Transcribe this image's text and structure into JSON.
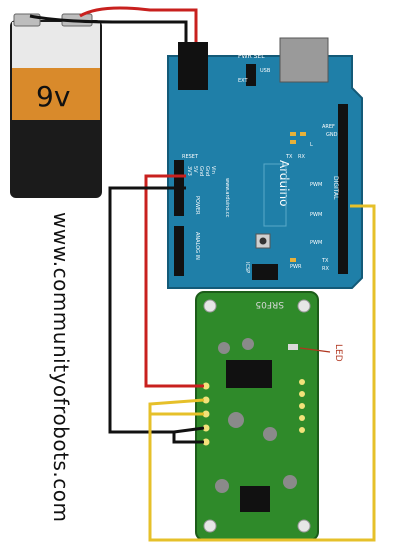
{
  "battery": {
    "label": "9v"
  },
  "arduino": {
    "brand": "Arduino",
    "website": "www.arduino.cc",
    "pwr_sel": "PWR SEL",
    "usb": "USB",
    "ext": "EXT",
    "aref": "AREF",
    "gnd": "GND",
    "tx": "TX",
    "rx": "RX",
    "l": "L",
    "pwm": "PWM",
    "digital": "DIGITAL",
    "reset": "RESET",
    "power_pins": [
      "3V3",
      "5V",
      "Gnd",
      "Gnd",
      "Vin"
    ],
    "power": "POWER",
    "analog_in": "ANALOG IN",
    "icsp": "ICSP",
    "pwr": "PWR"
  },
  "sensor": {
    "model": "SRF05"
  },
  "annotations": {
    "led": "LED"
  },
  "footer": {
    "website": "www.communityofrobots.com"
  },
  "colors": {
    "board_blue": "#1f7fa8",
    "pcb_green": "#2f8a2a",
    "wire_red": "#c8201e",
    "wire_black": "#111111",
    "wire_yellow": "#e6c02a",
    "battery_orange": "#d98a2b"
  }
}
